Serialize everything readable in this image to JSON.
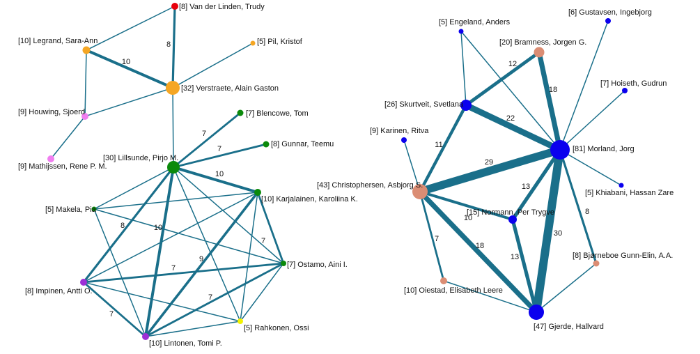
{
  "colors": {
    "edge": "#1a6f8a",
    "red": "#e8000b",
    "orange": "#f5a623",
    "pink": "#f07ef0",
    "green": "#0b8a0b",
    "purple": "#9e2fd6",
    "yellow": "#f2f200",
    "blue": "#0b00ee",
    "salmon": "#db8d74"
  },
  "networks": [
    {
      "nodes": [
        {
          "id": "vanderlinden",
          "label": "[8] Van der Linden, Trudy",
          "color": "red"
        },
        {
          "id": "legrand",
          "label": "[10] Legrand, Sara-Ann",
          "color": "orange"
        },
        {
          "id": "pil",
          "label": "[5] Pil, Kristof",
          "color": "orange"
        },
        {
          "id": "verstraete",
          "label": "[32] Verstraete, Alain Gaston",
          "color": "orange"
        },
        {
          "id": "houwing",
          "label": "[9] Houwing, Sjoerd",
          "color": "pink"
        },
        {
          "id": "mathijssen",
          "label": "[9] Mathijssen, Rene P. M.",
          "color": "pink"
        },
        {
          "id": "blencowe",
          "label": "[7] Blencowe, Tom",
          "color": "green"
        },
        {
          "id": "gunnar",
          "label": "[8] Gunnar, Teemu",
          "color": "green"
        },
        {
          "id": "lillsunde",
          "label": "[30] Lillsunde, Pirjo M.",
          "color": "green"
        },
        {
          "id": "makela",
          "label": "[5] Makela, Pia",
          "color": "green"
        },
        {
          "id": "karjalainen",
          "label": "[10] Karjalainen, Karoliina K.",
          "color": "green"
        },
        {
          "id": "ostamo",
          "label": "[7] Ostamo, Aini I.",
          "color": "green"
        },
        {
          "id": "impinen",
          "label": "[8] Impinen, Antti O.",
          "color": "purple"
        },
        {
          "id": "rahkonen",
          "label": "[5] Rahkonen, Ossi",
          "color": "yellow"
        },
        {
          "id": "lintonen",
          "label": "[10] Lintonen, Tomi P.",
          "color": "purple"
        }
      ],
      "edges": [
        {
          "source": "vanderlinden",
          "target": "legrand"
        },
        {
          "source": "vanderlinden",
          "target": "verstraete",
          "weight": "8"
        },
        {
          "source": "legrand",
          "target": "verstraete",
          "weight": "10"
        },
        {
          "source": "legrand",
          "target": "houwing"
        },
        {
          "source": "pil",
          "target": "verstraete"
        },
        {
          "source": "verstraete",
          "target": "houwing"
        },
        {
          "source": "houwing",
          "target": "mathijssen"
        },
        {
          "source": "verstraete",
          "target": "lillsunde"
        },
        {
          "source": "lillsunde",
          "target": "blencowe",
          "weight": "7"
        },
        {
          "source": "lillsunde",
          "target": "gunnar",
          "weight": "7"
        },
        {
          "source": "lillsunde",
          "target": "karjalainen",
          "weight": "10"
        },
        {
          "source": "lillsunde",
          "target": "makela"
        },
        {
          "source": "lillsunde",
          "target": "impinen",
          "weight": "8"
        },
        {
          "source": "lillsunde",
          "target": "lintonen",
          "weight": "10"
        },
        {
          "source": "lillsunde",
          "target": "ostamo"
        },
        {
          "source": "lillsunde",
          "target": "rahkonen"
        },
        {
          "source": "karjalainen",
          "target": "makela"
        },
        {
          "source": "karjalainen",
          "target": "ostamo",
          "weight": "7"
        },
        {
          "source": "karjalainen",
          "target": "impinen"
        },
        {
          "source": "karjalainen",
          "target": "lintonen",
          "weight": "9"
        },
        {
          "source": "karjalainen",
          "target": "rahkonen"
        },
        {
          "source": "makela",
          "target": "ostamo"
        },
        {
          "source": "makela",
          "target": "lintonen"
        },
        {
          "source": "impinen",
          "target": "ostamo",
          "weight": "7"
        },
        {
          "source": "impinen",
          "target": "lintonen",
          "weight": "7"
        },
        {
          "source": "impinen",
          "target": "rahkonen"
        },
        {
          "source": "lintonen",
          "target": "ostamo",
          "weight": "7"
        },
        {
          "source": "lintonen",
          "target": "rahkonen"
        },
        {
          "source": "ostamo",
          "target": "rahkonen"
        }
      ]
    },
    {
      "nodes": [
        {
          "id": "engeland",
          "label": "[5] Engeland, Anders",
          "color": "blue"
        },
        {
          "id": "gustavsen",
          "label": "[6] Gustavsen, Ingebjorg",
          "color": "blue"
        },
        {
          "id": "bramness",
          "label": "[20] Bramness, Jorgen G.",
          "color": "salmon"
        },
        {
          "id": "hoiseth",
          "label": "[7] Hoiseth, Gudrun",
          "color": "blue"
        },
        {
          "id": "skurtveit",
          "label": "[26] Skurtveit, Svetlana",
          "color": "blue"
        },
        {
          "id": "karinen",
          "label": "[9] Karinen, Ritva",
          "color": "blue"
        },
        {
          "id": "morland",
          "label": "[81] Morland, Jorg",
          "color": "blue"
        },
        {
          "id": "christophersen",
          "label": "[43] Christophersen, Asbjorg S.",
          "color": "salmon"
        },
        {
          "id": "khiabani",
          "label": "[5] Khiabani, Hassan Zare",
          "color": "blue"
        },
        {
          "id": "normann",
          "label": "[15] Normann, Per Trygve",
          "color": "blue"
        },
        {
          "id": "bjorneboe",
          "label": "[8] Bjørneboe Gunn-Elin, A.A.",
          "color": "salmon"
        },
        {
          "id": "oiestad",
          "label": "[10] Oiestad, Elisabeth Leere",
          "color": "salmon"
        },
        {
          "id": "gjerde",
          "label": "[47] Gjerde, Hallvard",
          "color": "blue"
        }
      ],
      "edges": [
        {
          "source": "engeland",
          "target": "skurtveit"
        },
        {
          "source": "engeland",
          "target": "morland"
        },
        {
          "source": "gustavsen",
          "target": "morland"
        },
        {
          "source": "bramness",
          "target": "skurtveit",
          "weight": "12"
        },
        {
          "source": "bramness",
          "target": "morland",
          "weight": "18"
        },
        {
          "source": "hoiseth",
          "target": "morland"
        },
        {
          "source": "skurtveit",
          "target": "morland",
          "weight": "22"
        },
        {
          "source": "skurtveit",
          "target": "christophersen",
          "weight": "11"
        },
        {
          "source": "karinen",
          "target": "christophersen"
        },
        {
          "source": "christophersen",
          "target": "morland",
          "weight": "29"
        },
        {
          "source": "morland",
          "target": "khiabani"
        },
        {
          "source": "morland",
          "target": "normann",
          "weight": "13"
        },
        {
          "source": "morland",
          "target": "gjerde",
          "weight": "30"
        },
        {
          "source": "morland",
          "target": "bjorneboe",
          "weight": "8"
        },
        {
          "source": "christophersen",
          "target": "normann",
          "weight": "10"
        },
        {
          "source": "christophersen",
          "target": "gjerde",
          "weight": "18"
        },
        {
          "source": "christophersen",
          "target": "oiestad",
          "weight": "7"
        },
        {
          "source": "normann",
          "target": "gjerde",
          "weight": "13"
        },
        {
          "source": "oiestad",
          "target": "gjerde"
        },
        {
          "source": "bjorneboe",
          "target": "gjerde"
        }
      ]
    }
  ]
}
